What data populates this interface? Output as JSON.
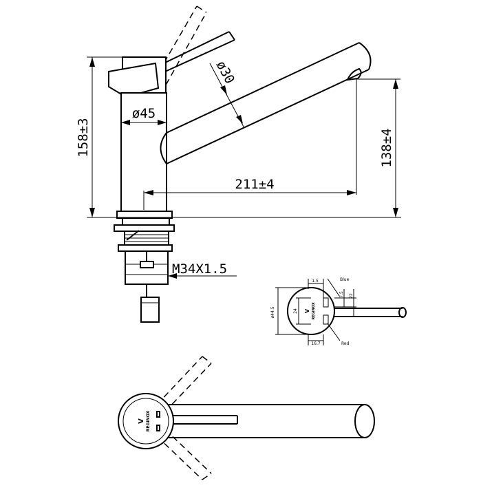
{
  "dimensions": {
    "height_total": "158±3",
    "height_spout": "138±4",
    "reach": "211±4",
    "body_diameter": "ø45",
    "spout_diameter": "ø30",
    "thread": "M34X1.5"
  },
  "detail": {
    "d_1_5": "1.5",
    "d_7_5": "7.5",
    "d_22": "22",
    "d_24": "24",
    "d_44_5": "ø44.5",
    "d_16_7": "16.7",
    "label_blue": "Blue",
    "label_red": "Red"
  },
  "brand": {
    "mark": "V",
    "name": "REGINOX"
  },
  "colors": {
    "line": "#000000",
    "background": "#ffffff"
  }
}
